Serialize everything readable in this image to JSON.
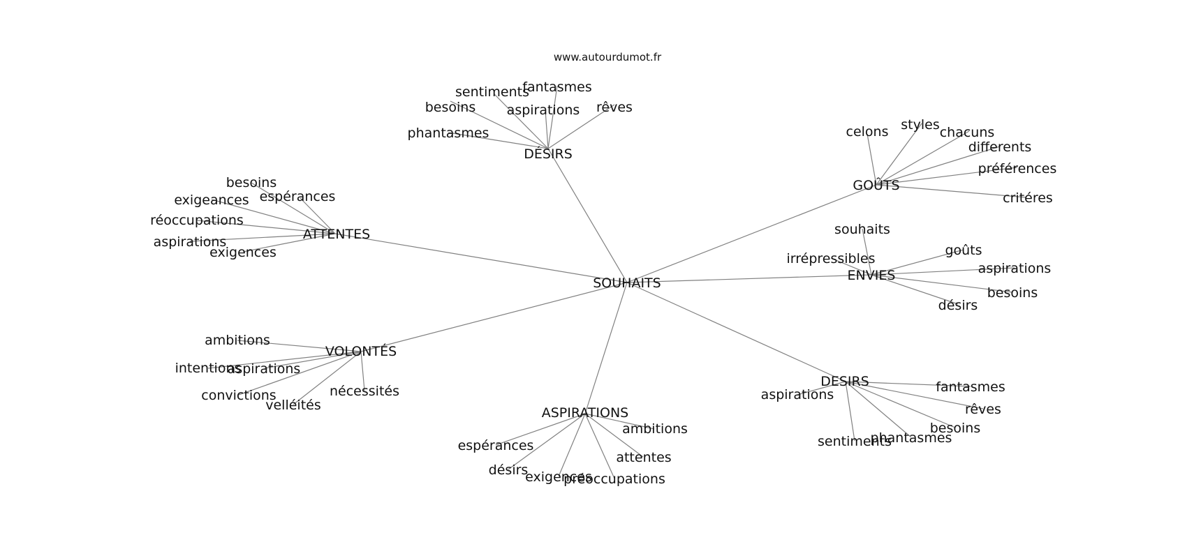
{
  "source": "www.autourdumot.fr",
  "center": "SOUHAITS",
  "hubs": [
    {
      "label": "DÉSIRS",
      "leaves": [
        "sentiments",
        "fantasmes",
        "besoins",
        "aspirations",
        "rêves",
        "phantasmes"
      ]
    },
    {
      "label": "GOÛTS",
      "leaves": [
        "celons",
        "styles",
        "chacuns",
        "differents",
        "préférences",
        "critéres"
      ]
    },
    {
      "label": "ATTENTES",
      "leaves": [
        "besoins",
        "exigeances",
        "espérances",
        "réoccupations",
        "aspirations",
        "exigences"
      ]
    },
    {
      "label": "ENVIES",
      "leaves": [
        "souhaits",
        "irrépressibles",
        "goûts",
        "aspirations",
        "besoins",
        "désirs"
      ]
    },
    {
      "label": "VOLONTÉS",
      "leaves": [
        "ambitions",
        "intentions",
        "aspirations",
        "convictions",
        "velléités",
        "nécessités"
      ]
    },
    {
      "label": "ASPIRATIONS",
      "leaves": [
        "ambitions",
        "espérances",
        "attentes",
        "désirs",
        "exigences",
        "préoccupations"
      ]
    },
    {
      "label": "DESIRS",
      "leaves": [
        "aspirations",
        "fantasmes",
        "rêves",
        "besoins",
        "phantasmes",
        "sentiments"
      ]
    }
  ]
}
